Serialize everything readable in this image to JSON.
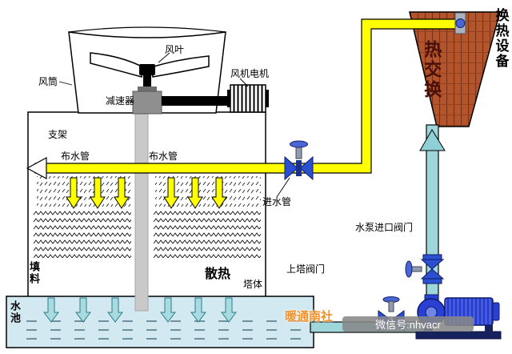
{
  "diagram": {
    "labels": {
      "fan_blade": "风叶",
      "fan_duct": "风筒",
      "fan_motor": "风机电机",
      "reducer": "减速器",
      "support": "支架",
      "water_distribution_pipe": "布水管",
      "inlet_pipe": "进水管",
      "fill_media": "填料",
      "heat_dissipation": "散热",
      "tower_body": "塔体",
      "water_pool": "水池",
      "to_tower_valve": "上塔阀门",
      "pump_inlet_valve": "水泵进口阀门",
      "heat_exchange": "热交换",
      "heat_exchange_equipment": "换热设备"
    },
    "watermark": {
      "brand": "暖通南社",
      "wechat": "微信号:nhvacr"
    },
    "colors": {
      "hot_pipe_yellow": "#ffff00",
      "cold_pipe_teal": "#9fd6da",
      "pool_fill": "#d3e9f2",
      "exchanger_brick": "#b2552c",
      "exchanger_grid": "#7c2e12",
      "pump_valve_blue": "#2a3fd4",
      "watermark_orange": "#f0922a"
    },
    "components": [
      "cooling-tower",
      "fan-blades",
      "fan-housing",
      "gearbox",
      "fan-motor",
      "water-distribution-pipe",
      "spray-zone",
      "fill-media",
      "water-pool",
      "hot-water-pipe",
      "cold-water-riser",
      "pump-suction-pipe",
      "inlet-valve",
      "riser-valve",
      "pump-inlet-valve",
      "pump",
      "heat-exchanger"
    ]
  }
}
